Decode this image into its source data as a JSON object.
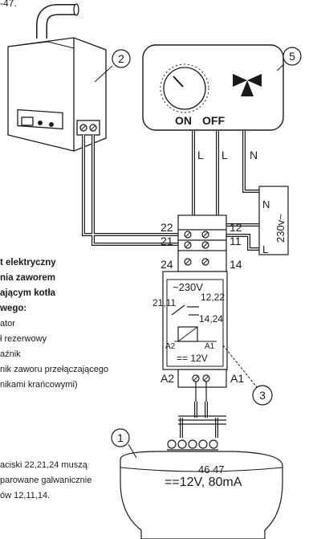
{
  "header_fragment": "-47.",
  "callouts": {
    "c1": "1",
    "c2": "2",
    "c3": "3",
    "c5": "5"
  },
  "thermostat": {
    "on_label": "ON",
    "off_label": "OFF"
  },
  "wire_labels": {
    "l1": "L",
    "l2": "L",
    "n_top": "N"
  },
  "supply": {
    "n_label": "N",
    "l_label": "L",
    "voltage": "230v~"
  },
  "terminals": {
    "t22": "22",
    "t21": "21",
    "t24": "24",
    "t12": "12",
    "t11": "11",
    "t14": "14",
    "a2": "A2",
    "a1": "A1"
  },
  "relay": {
    "voltage_ac": "~230V",
    "contacts_right": "12,22",
    "contacts_left": "21,11",
    "contacts_low": "14,24",
    "coil_a2": "A2",
    "coil_a1": "A1",
    "coil_voltage": "== 12V"
  },
  "actuator": {
    "terminals": "46 47",
    "rating": "==12V, 80mA"
  },
  "legend": {
    "title_lines": [
      "t elektryczny",
      "nia zaworem",
      "ającym kotła",
      "wego:"
    ],
    "items": [
      "ator",
      "ł rezerwowy",
      "aźnik",
      "nik zaworu przełączającego",
      "nikami krańcowymi)"
    ]
  },
  "note": {
    "lines": [
      "aciski 22,21,24 muszą",
      "parowane galwanicznie",
      "ów 12,11,14."
    ]
  }
}
